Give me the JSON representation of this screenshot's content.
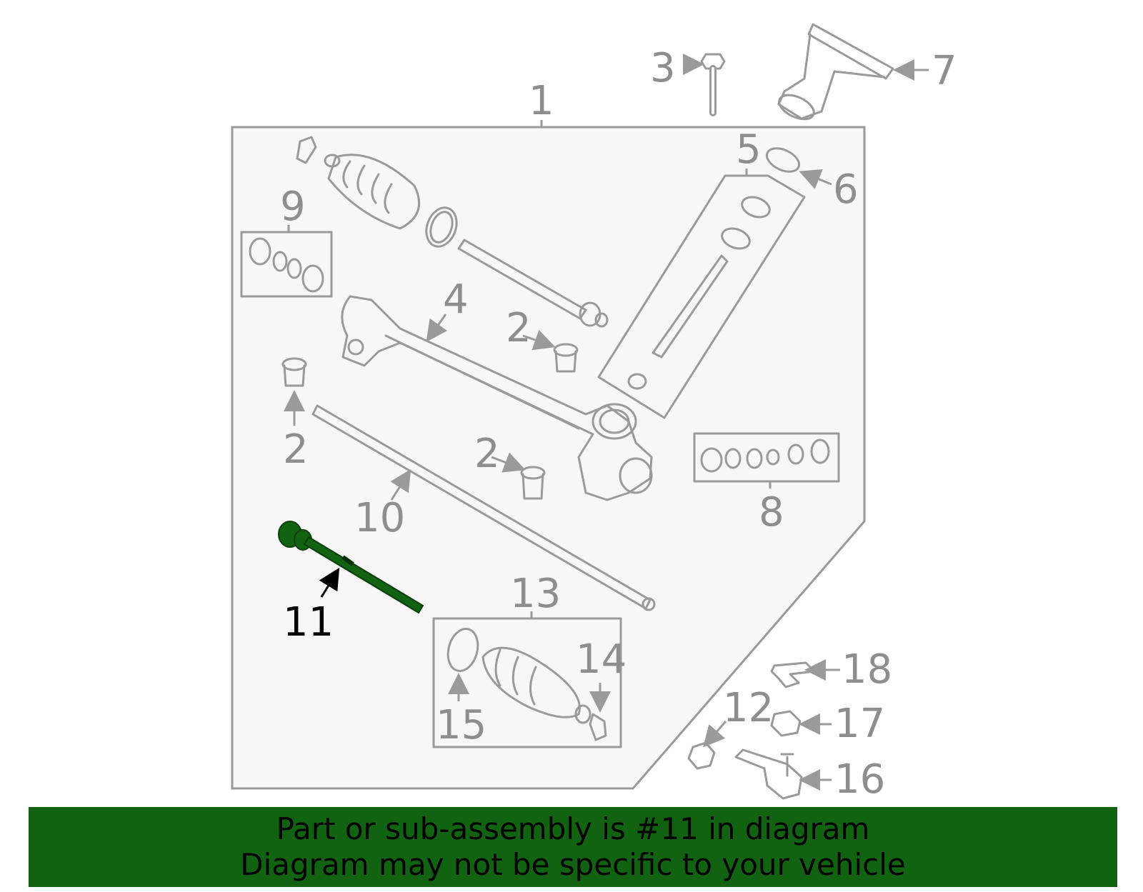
{
  "colors": {
    "parts": "#9a9a9a",
    "panel": "#f7f7f7",
    "highlight": "#116211",
    "banner": "#116211"
  },
  "highlighted_part": "11",
  "labels": [
    {
      "id": "1",
      "text": "1"
    },
    {
      "id": "2a",
      "text": "2"
    },
    {
      "id": "2b",
      "text": "2"
    },
    {
      "id": "2c",
      "text": "2"
    },
    {
      "id": "3",
      "text": "3"
    },
    {
      "id": "4",
      "text": "4"
    },
    {
      "id": "5",
      "text": "5"
    },
    {
      "id": "6",
      "text": "6"
    },
    {
      "id": "7",
      "text": "7"
    },
    {
      "id": "8",
      "text": "8"
    },
    {
      "id": "9",
      "text": "9"
    },
    {
      "id": "10",
      "text": "10"
    },
    {
      "id": "11",
      "text": "11"
    },
    {
      "id": "12",
      "text": "12"
    },
    {
      "id": "13",
      "text": "13"
    },
    {
      "id": "14",
      "text": "14"
    },
    {
      "id": "15",
      "text": "15"
    },
    {
      "id": "16",
      "text": "16"
    },
    {
      "id": "17",
      "text": "17"
    },
    {
      "id": "18",
      "text": "18"
    }
  ],
  "banner": {
    "line1": "Part or sub-assembly is #11 in diagram",
    "line2": "Diagram may not be specific to your vehicle"
  }
}
